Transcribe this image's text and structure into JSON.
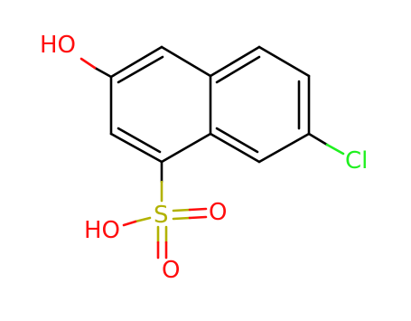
{
  "molecule": {
    "atom_labels": {
      "hydroxyl_top": "HO",
      "chlorine": "Cl",
      "sulfur": "S",
      "sulfonyl_oxygen_right": "O",
      "sulfonyl_oxygen_bottom": "O",
      "sulfonic_hydroxyl": "HO"
    },
    "colors": {
      "bond": "#000000",
      "oxygen": "#ff0d0d",
      "chlorine": "#1ff01f",
      "sulfur": "#b2b200"
    }
  }
}
